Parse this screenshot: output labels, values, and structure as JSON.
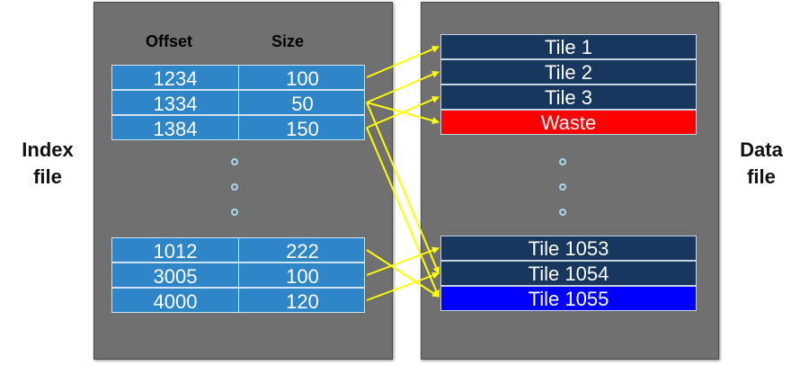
{
  "labels": {
    "index_file": [
      "Index",
      "file"
    ],
    "data_file": [
      "Data",
      "file"
    ]
  },
  "index_table": {
    "headers": [
      "Offset",
      "Size"
    ],
    "rows_top": [
      {
        "offset": "1234",
        "size": "100"
      },
      {
        "offset": "1334",
        "size": "50"
      },
      {
        "offset": "1384",
        "size": "150"
      }
    ],
    "rows_bottom": [
      {
        "offset": "1012",
        "size": "222"
      },
      {
        "offset": "3005",
        "size": "100"
      },
      {
        "offset": "4000",
        "size": "120"
      }
    ]
  },
  "data_tiles": {
    "top": [
      {
        "label": "Tile 1",
        "color": "#17375e"
      },
      {
        "label": "Tile 2",
        "color": "#17375e"
      },
      {
        "label": "Tile 3",
        "color": "#17375e"
      },
      {
        "label": "Waste",
        "color": "#ff0000"
      }
    ],
    "bottom": [
      {
        "label": "Tile 1053",
        "color": "#17375e"
      },
      {
        "label": "Tile 1054",
        "color": "#17375e"
      },
      {
        "label": "Tile 1055",
        "color": "#0000ff"
      }
    ]
  },
  "colors": {
    "panel": "#707070",
    "index_row": "#2e86c8",
    "arrow": "#ffff00",
    "ellipsis_dot": "#a8d8f0"
  }
}
